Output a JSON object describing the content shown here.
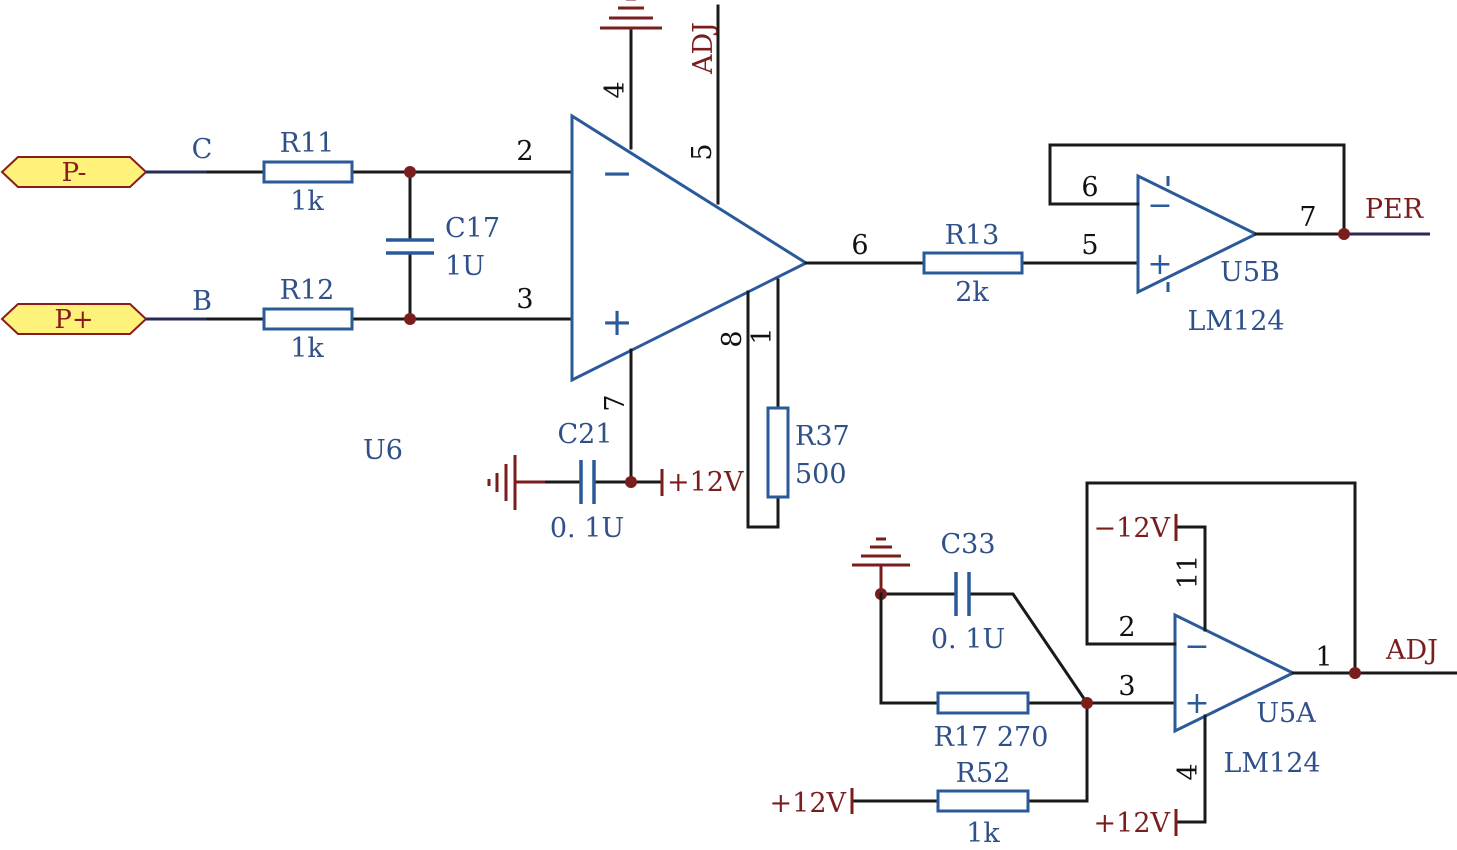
{
  "ports": {
    "p_minus": "P-",
    "p_plus": "P+"
  },
  "nets": {
    "c": "C",
    "b": "B",
    "adj_top": "ADJ",
    "per": "PER",
    "adj_out": "ADJ"
  },
  "u6": {
    "ref": "U6",
    "pins": {
      "in_minus": "2",
      "in_plus": "3",
      "v_top": "4",
      "ref": "5",
      "out": "6",
      "v_bottom": "7",
      "rg_a": "8",
      "rg_b": "1"
    },
    "minus_sign": "−",
    "plus_sign": "+"
  },
  "u5b": {
    "ref": "U5B",
    "part": "LM124",
    "pins": {
      "in_minus": "6",
      "in_plus": "5",
      "out": "7"
    },
    "minus_sign": "−",
    "plus_sign": "+"
  },
  "u5a": {
    "ref": "U5A",
    "part": "LM124",
    "pins": {
      "in_minus": "2",
      "in_plus": "3",
      "out": "1",
      "v_top": "11",
      "v_bottom": "4"
    },
    "minus_sign": "−",
    "plus_sign": "+"
  },
  "resistors": {
    "r11": {
      "ref": "R11",
      "value": "1k"
    },
    "r12": {
      "ref": "R12",
      "value": "1k"
    },
    "r13": {
      "ref": "R13",
      "value": "2k"
    },
    "r37": {
      "ref": "R37",
      "value": "500"
    },
    "r17": {
      "label": "R17 270"
    },
    "r52": {
      "ref": "R52",
      "value": "1k"
    }
  },
  "capacitors": {
    "c17": {
      "ref": "C17",
      "value": "1U"
    },
    "c21": {
      "ref": "C21",
      "value": "0. 1U"
    },
    "c33": {
      "ref": "C33",
      "value": "0. 1U"
    }
  },
  "power": {
    "u6_v7": "+12V",
    "u5a_v11": "−12V",
    "u5a_v4": "+12V",
    "r52_supply": "+12V"
  },
  "colors": {
    "wire": "#1a1a1a",
    "component": "#2a5a9a",
    "power": "#7a1d1d",
    "port_fill": "#fff27a",
    "text_component": "#2f5088"
  }
}
